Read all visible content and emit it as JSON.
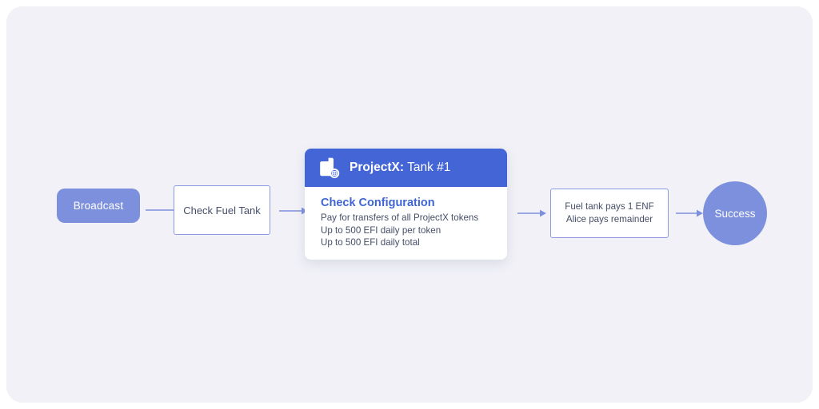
{
  "canvas": {
    "background": "#f1f1f7",
    "accent_blue": "#4365d6",
    "periwinkle": "#7d90dd",
    "border_blue": "#8b9ce4",
    "text_dark": "#464f68"
  },
  "flow": {
    "broadcast": {
      "label": "Broadcast"
    },
    "check_fuel_tank": {
      "label": "Check Fuel Tank"
    },
    "card": {
      "icon": "fuel-can-icon",
      "header_strong": "ProjectX:",
      "header_light": "Tank #1",
      "section_title": "Check Configuration",
      "lines": [
        "Pay for transfers of all ProjectX tokens",
        "Up to 500 EFI daily per token",
        "Up to 500 EFI daily total"
      ]
    },
    "fuel_pays": {
      "lines": [
        "Fuel tank pays 1 ENF",
        "Alice pays remainder"
      ]
    },
    "success": {
      "label": "Success"
    }
  },
  "connectors": [
    {
      "name": "broadcast-to-check",
      "style": "line"
    },
    {
      "name": "check-to-card",
      "style": "arrow"
    },
    {
      "name": "card-to-fuel-pays",
      "style": "arrow"
    },
    {
      "name": "fuel-pays-to-success",
      "style": "arrow"
    }
  ]
}
